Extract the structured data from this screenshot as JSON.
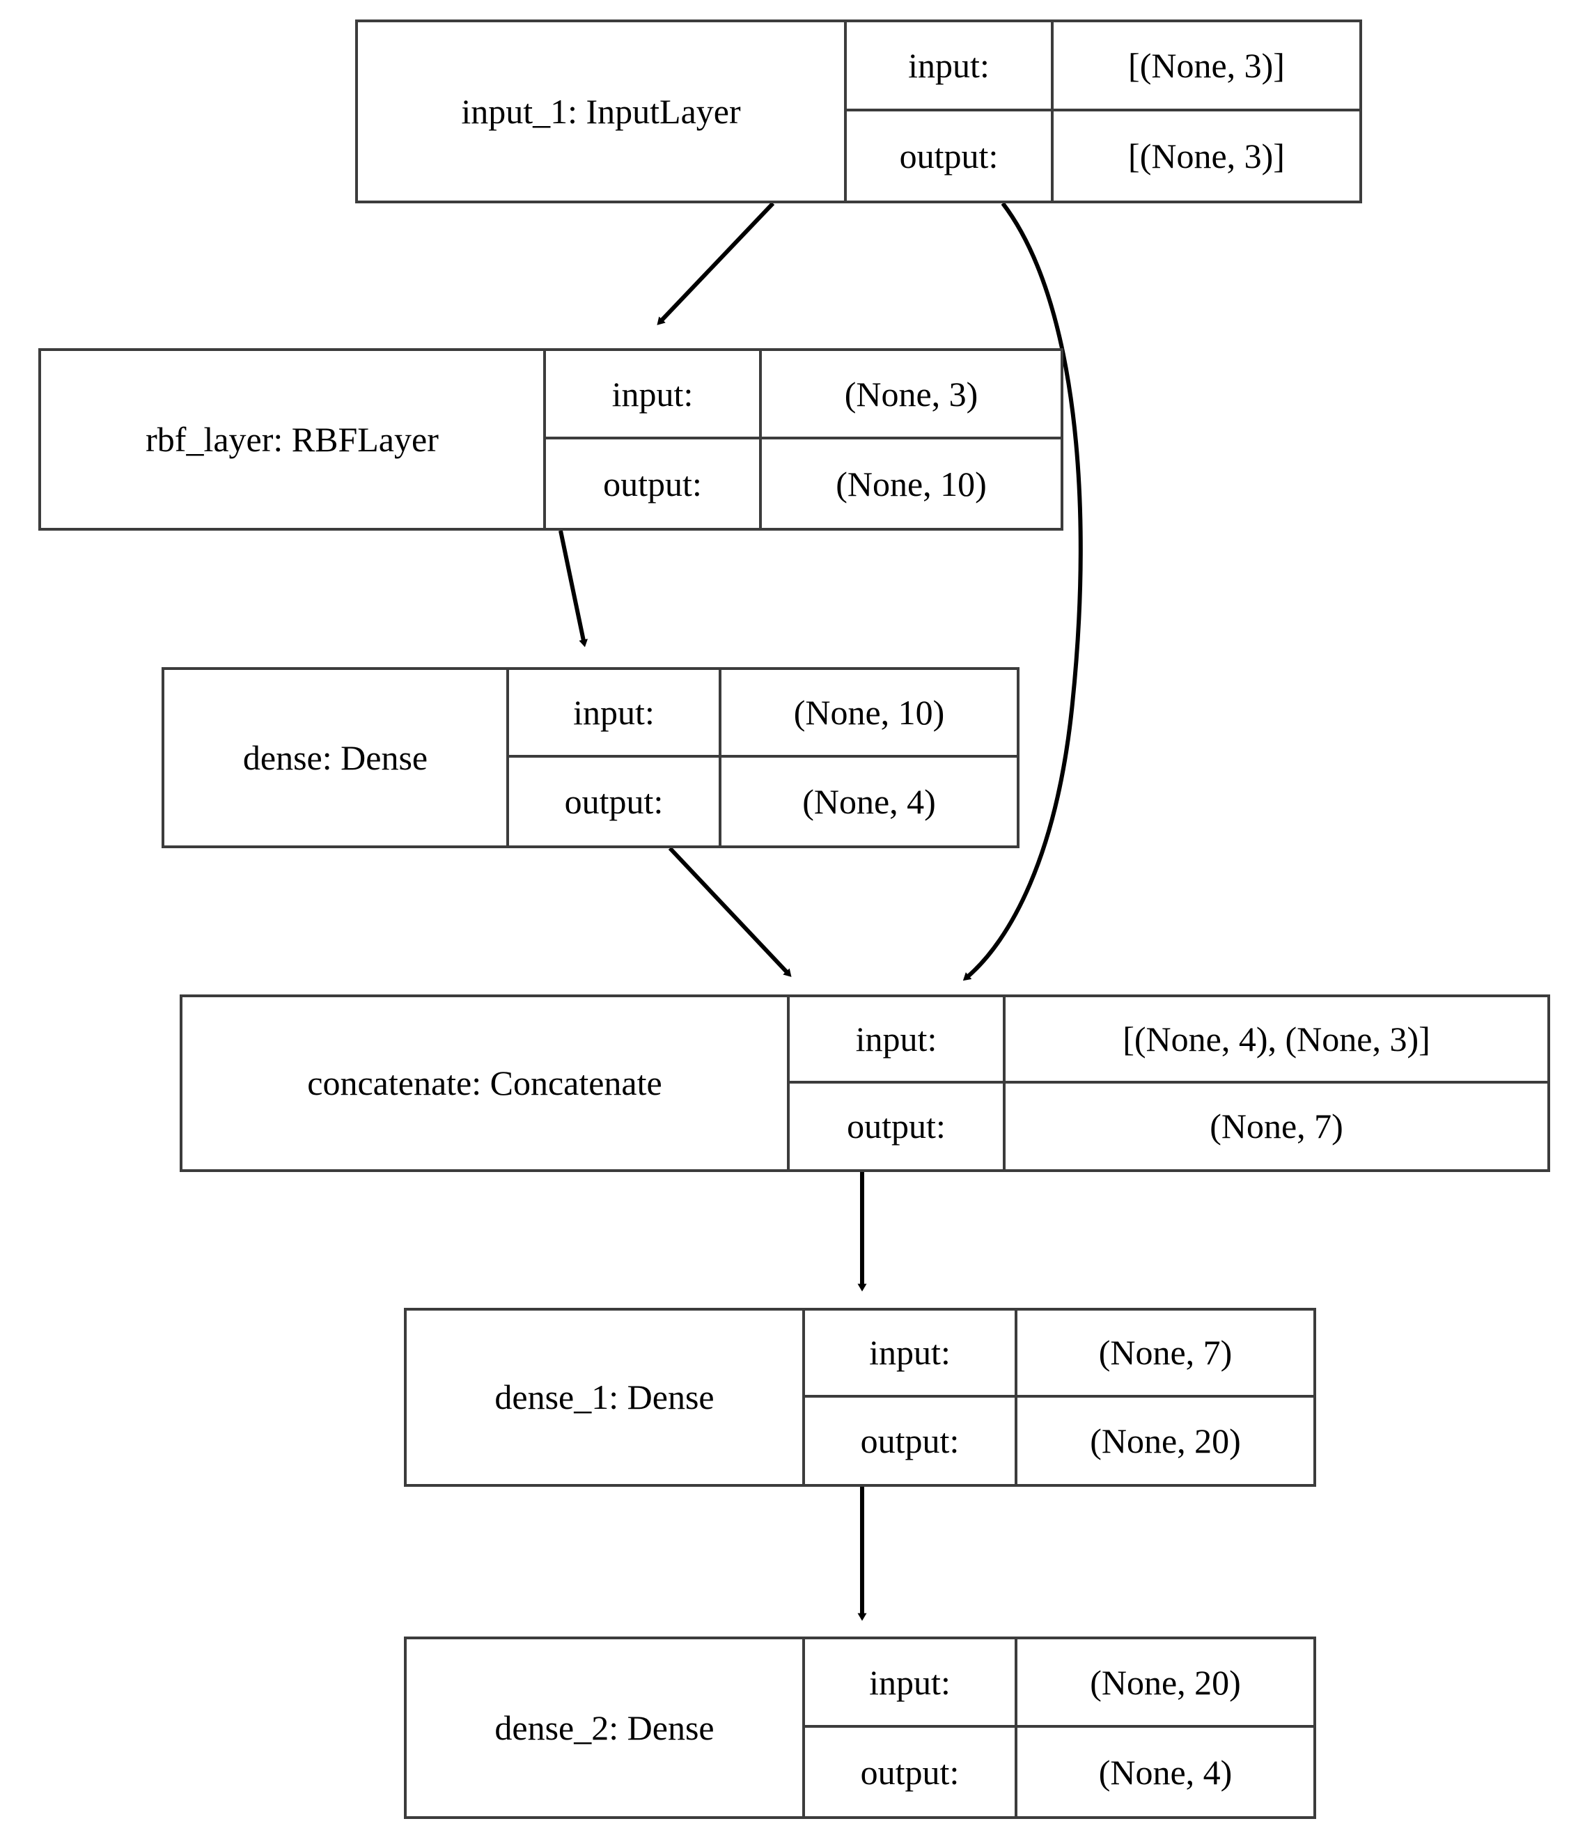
{
  "diagram": {
    "type": "keras-model-plot",
    "title": "",
    "row_keys": {
      "input": "input:",
      "output": "output:"
    },
    "colors": {
      "border": "#3c3c3c",
      "background": "#ffffff",
      "edge": "#000000",
      "text": "#000000"
    },
    "nodes": [
      {
        "id": "input_1",
        "name": "input_1: InputLayer",
        "input_label": "input:",
        "input_shape": "[(None, 3)]",
        "output_label": "output:",
        "output_shape": "[(None, 3)]"
      },
      {
        "id": "rbf_layer",
        "name": "rbf_layer: RBFLayer",
        "input_label": "input:",
        "input_shape": "(None, 3)",
        "output_label": "output:",
        "output_shape": "(None, 10)"
      },
      {
        "id": "dense",
        "name": "dense: Dense",
        "input_label": "input:",
        "input_shape": "(None, 10)",
        "output_label": "output:",
        "output_shape": "(None, 4)"
      },
      {
        "id": "concatenate",
        "name": "concatenate: Concatenate",
        "input_label": "input:",
        "input_shape": "[(None, 4), (None, 3)]",
        "output_label": "output:",
        "output_shape": "(None, 7)"
      },
      {
        "id": "dense_1",
        "name": "dense_1: Dense",
        "input_label": "input:",
        "input_shape": "(None, 7)",
        "output_label": "output:",
        "output_shape": "(None, 20)"
      },
      {
        "id": "dense_2",
        "name": "dense_2: Dense",
        "input_label": "input:",
        "input_shape": "(None, 20)",
        "output_label": "output:",
        "output_shape": "(None, 4)"
      }
    ],
    "edges": [
      {
        "from": "input_1",
        "to": "rbf_layer"
      },
      {
        "from": "input_1",
        "to": "concatenate"
      },
      {
        "from": "rbf_layer",
        "to": "dense"
      },
      {
        "from": "dense",
        "to": "concatenate"
      },
      {
        "from": "concatenate",
        "to": "dense_1"
      },
      {
        "from": "dense_1",
        "to": "dense_2"
      }
    ]
  }
}
